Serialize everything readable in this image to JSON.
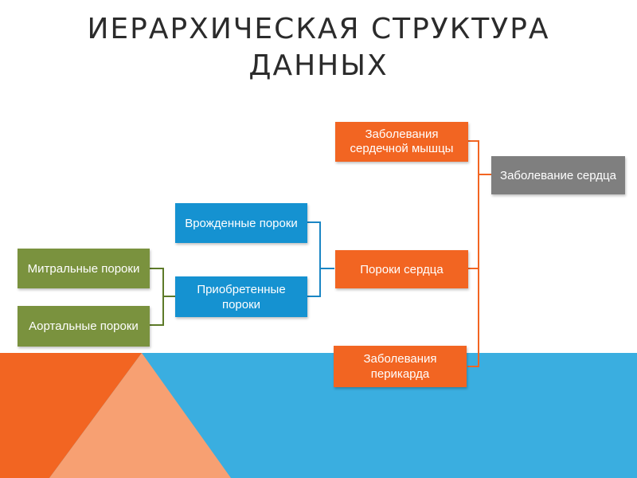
{
  "title": {
    "line1": "ИЕРАРХИЧЕСКАЯ СТРУКТУРА",
    "line2": "ДАННЫХ"
  },
  "colors": {
    "orange": "#f26522",
    "blue": "#1592d1",
    "green": "#7a923e",
    "gray": "#7f7f7f",
    "green_line": "#5d7a28",
    "blue_line": "#1a86c4",
    "orange_line": "#f26522",
    "bg_blue": "#3aaee0",
    "bg_orange": "#f26522",
    "bg_orange_light": "#f7a072"
  },
  "nodes": {
    "root": {
      "label": "Заболевание сердца",
      "color": "gray"
    },
    "myocardium": {
      "label": "Заболевания сердечной мышцы",
      "color": "orange"
    },
    "defects": {
      "label": "Пороки сердца",
      "color": "orange"
    },
    "pericardium": {
      "label": "Заболевания перикарда",
      "color": "orange"
    },
    "congenital": {
      "label": "Врожденные пороки",
      "color": "blue"
    },
    "acquired": {
      "label": "Приобретенные пороки",
      "color": "blue"
    },
    "mitral": {
      "label": "Митральные пороки",
      "color": "green"
    },
    "aortic": {
      "label": "Аортальные пороки",
      "color": "green"
    }
  }
}
